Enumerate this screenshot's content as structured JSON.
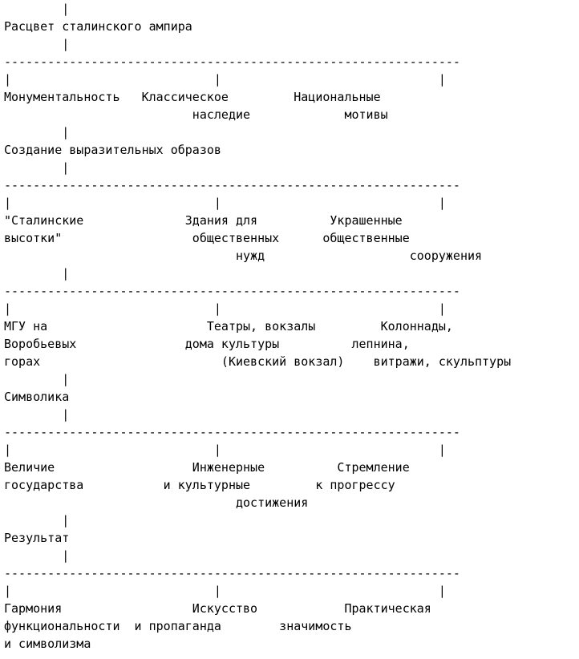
{
  "diagram": {
    "lines": [
      "        |",
      "Расцвет сталинского ампира",
      "        |",
      "---------------------------------------------------------------",
      "|                            |                              |",
      "Монументальность   Классическое         Национальные",
      "                          наследие             мотивы",
      "        |",
      "Создание выразительных образов",
      "        |",
      "---------------------------------------------------------------",
      "|                            |                              |",
      "\"Сталинские              Здания для          Украшенные",
      "высотки\"                  общественных      общественные",
      "                                нужд                    сооружения",
      "        |",
      "---------------------------------------------------------------",
      "|                            |                              |",
      "МГУ на                      Театры, вокзалы         Колоннады,",
      "Воробьевых               дома культуры          лепнина,",
      "горах                         (Киевский вокзал)    витражи, скульптуры",
      "        |",
      "Символика",
      "        |",
      "---------------------------------------------------------------",
      "|                            |                              |",
      "Величие                   Инженерные          Стремление",
      "государства           и культурные         к прогрессу",
      "                                достижения",
      "        |",
      "Результат",
      "        |",
      "---------------------------------------------------------------",
      "|                            |                              |",
      "Гармония                  Искусство            Практическая",
      "функциональности  и пропаганда        значимость",
      "и символизма"
    ]
  }
}
